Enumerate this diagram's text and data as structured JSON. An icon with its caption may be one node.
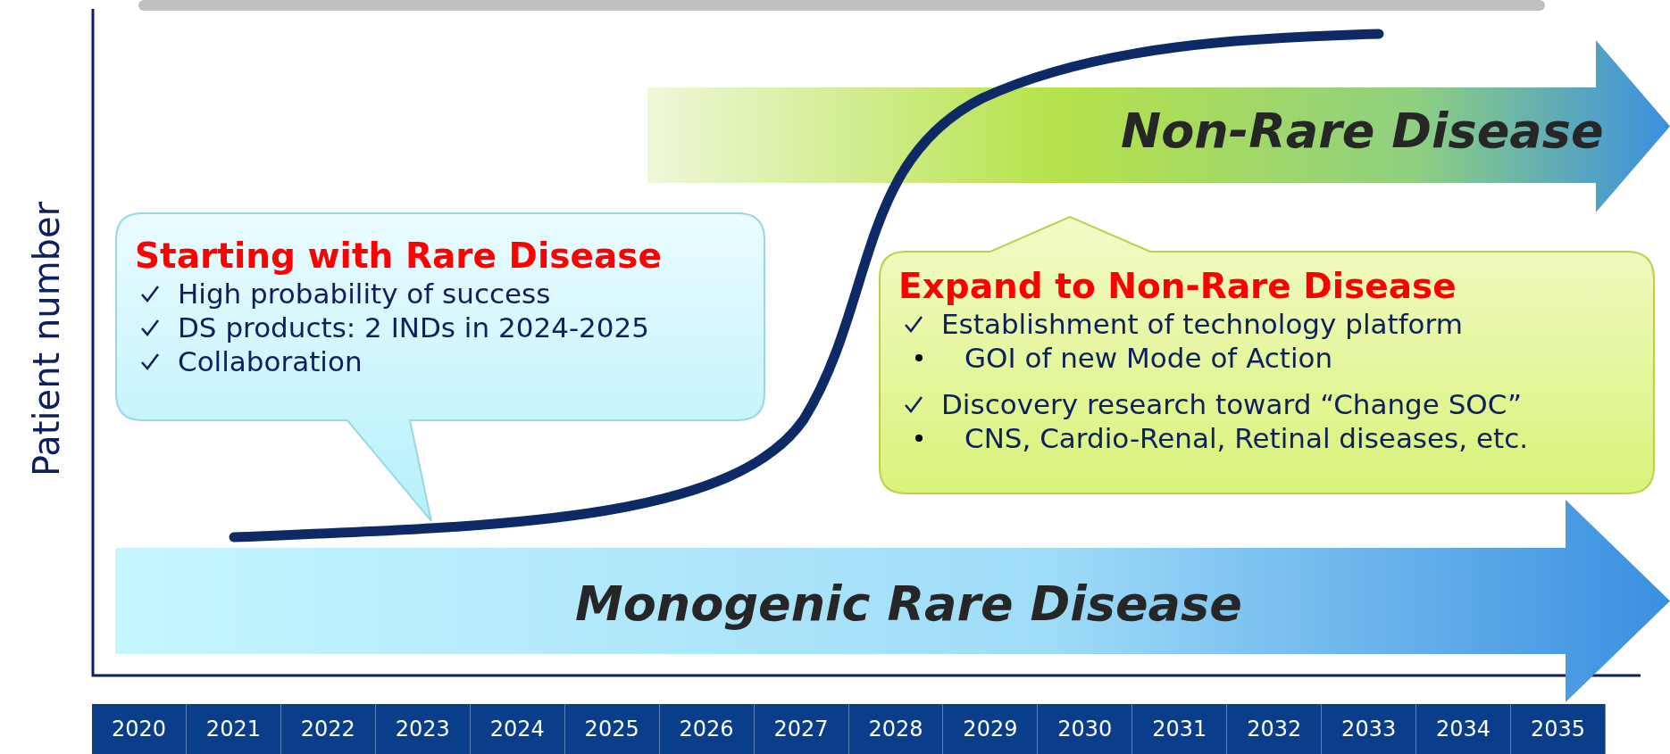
{
  "diagram": {
    "nodes": [
      {
        "text": [
          "Non-Rare Disease"
        ]
      },
      {
        "text": [
          "Starting with Rare Disease",
          "High probability of success",
          "DS products: 2 INDs in 2024-2025",
          "Collaboration"
        ]
      },
      {
        "text": [
          "Expand to Non-Rare Disease",
          "Establishment of technology platform",
          "GOI of new Mode of Action",
          "Discovery research toward “Change SOC”",
          "CNS, Cardio-Renal, Retinal diseases, etc."
        ]
      },
      {
        "text": [
          "Monogenic Rare Disease"
        ]
      }
    ],
    "edges": [],
    "labels": [
      "Patient number",
      "2020",
      "2021",
      "2022",
      "2023",
      "2024",
      "2025",
      "2026",
      "2027",
      "2028",
      "2029",
      "2030",
      "2031",
      "2032",
      "2033",
      "2034",
      "2035"
    ]
  }
}
